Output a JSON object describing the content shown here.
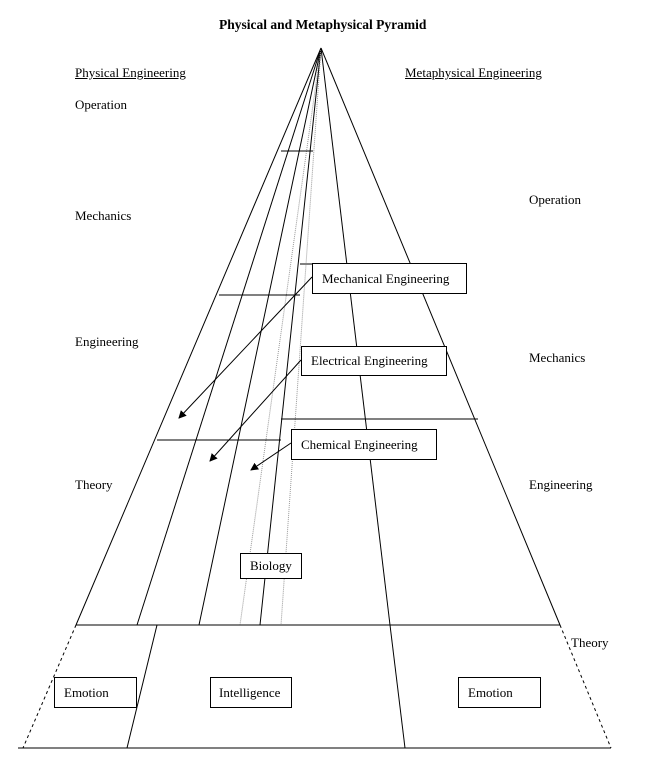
{
  "title": "Physical and Metaphysical Pyramid",
  "left_column": {
    "heading": "Physical Engineering",
    "levels": [
      "Operation",
      "Mechanics",
      "Engineering",
      "Theory"
    ]
  },
  "right_column": {
    "heading": "Metaphysical Engineering",
    "levels": [
      "Operation",
      "Mechanics",
      "Engineering",
      "Theory"
    ]
  },
  "boxes": {
    "mechanical": "Mechanical Engineering",
    "electrical": "Electrical Engineering",
    "chemical": "Chemical Engineering",
    "biology": "Biology",
    "emotion_left": "Emotion",
    "intelligence": "Intelligence",
    "emotion_right": "Emotion"
  },
  "colors": {
    "line": "#000000",
    "dotted_line": "#999999",
    "background": "#ffffff"
  }
}
